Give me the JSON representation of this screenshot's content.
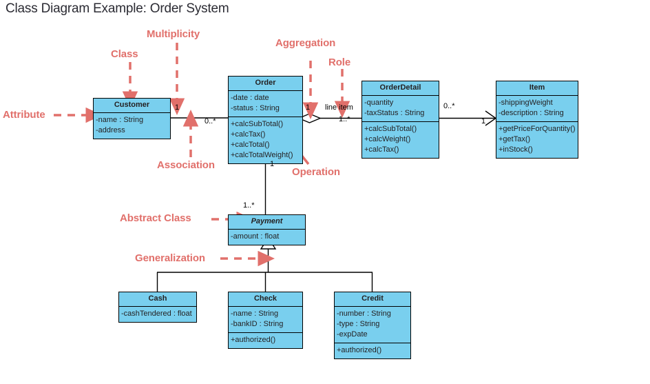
{
  "title": "Class Diagram Example: Order System",
  "colors": {
    "class_fill": "#79cfee",
    "class_border": "#000000",
    "annotation_red": "#e1706b",
    "title_text": "#2b2b33",
    "background": "#ffffff"
  },
  "classes": {
    "customer": {
      "name": "Customer",
      "abstract": false,
      "attributes": [
        "-name : String",
        "-address"
      ],
      "operations": []
    },
    "order": {
      "name": "Order",
      "abstract": false,
      "attributes": [
        "-date : date",
        "-status : String"
      ],
      "operations": [
        "+calcSubTotal()",
        "+calcTax()",
        "+calcTotal()",
        "+calcTotalWeight()"
      ]
    },
    "orderdetail": {
      "name": "OrderDetail",
      "abstract": false,
      "attributes": [
        "-quantity",
        "-taxStatus : String"
      ],
      "operations": [
        "+calcSubTotal()",
        "+calcWeight()",
        "+calcTax()"
      ]
    },
    "item": {
      "name": "Item",
      "abstract": false,
      "attributes": [
        "-shippingWeight",
        "-description : String"
      ],
      "operations": [
        "+getPriceForQuantity()",
        "+getTax()",
        "+inStock()"
      ]
    },
    "payment": {
      "name": "Payment",
      "abstract": true,
      "attributes": [
        "-amount : float"
      ],
      "operations": []
    },
    "cash": {
      "name": "Cash",
      "abstract": false,
      "attributes": [
        "-cashTendered : float"
      ],
      "operations": []
    },
    "check": {
      "name": "Check",
      "abstract": false,
      "attributes": [
        "-name : String",
        "-bankID : String"
      ],
      "operations": [
        "+authorized()"
      ]
    },
    "credit": {
      "name": "Credit",
      "abstract": false,
      "attributes": [
        "-number : String",
        "-type : String",
        "-expDate"
      ],
      "operations": [
        "+authorized()"
      ]
    }
  },
  "multiplicities": {
    "customer_to_order_near_customer": "1",
    "customer_to_order_near_order": "0..*",
    "order_to_orderdetail_near_order": "1",
    "order_to_orderdetail_near_detail": "1..*",
    "orderdetail_to_item_near_detail": "0..*",
    "orderdetail_to_item_near_item": "1",
    "order_to_payment_near_order": "1",
    "order_to_payment_near_payment": "1..*"
  },
  "roles": {
    "line_item": "line item"
  },
  "annotations": [
    {
      "id": "attribute",
      "label": "Attribute"
    },
    {
      "id": "class",
      "label": "Class"
    },
    {
      "id": "multiplicity",
      "label": "Multiplicity"
    },
    {
      "id": "aggregation",
      "label": "Aggregation"
    },
    {
      "id": "role",
      "label": "Role"
    },
    {
      "id": "association",
      "label": "Association"
    },
    {
      "id": "operation",
      "label": "Operation"
    },
    {
      "id": "abstract_class",
      "label": "Abstract Class"
    },
    {
      "id": "generalization",
      "label": "Generalization"
    }
  ]
}
